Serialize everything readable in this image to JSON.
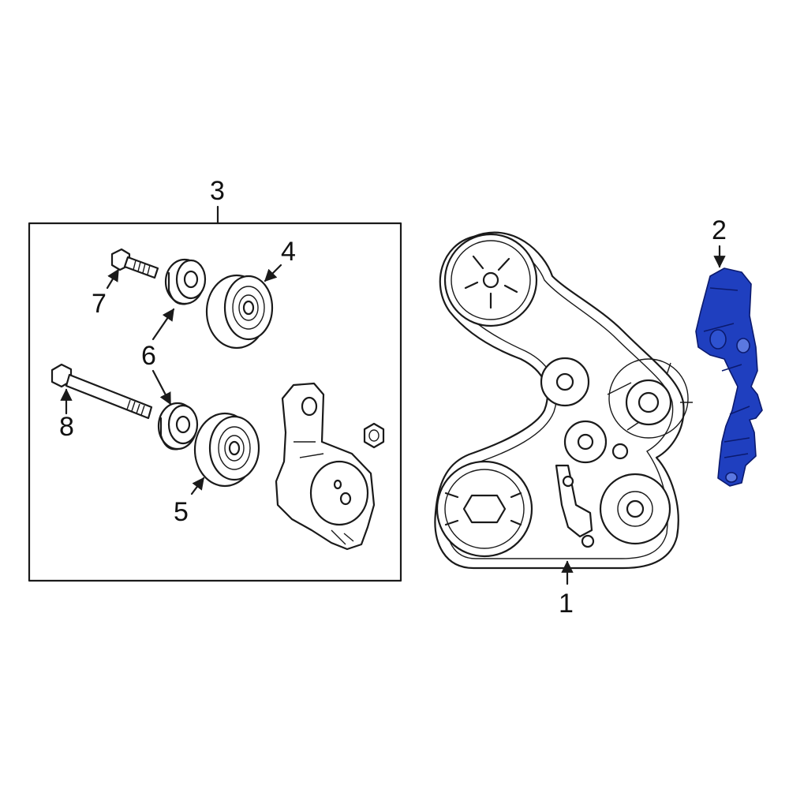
{
  "callouts": {
    "c1": "1",
    "c2": "2",
    "c3": "3",
    "c4": "4",
    "c5": "5",
    "c6": "6",
    "c7": "7",
    "c8": "8"
  },
  "colors": {
    "line": "#1a1a1a",
    "highlight": "#1f3fbf",
    "highlight_dark": "#0b1a6e",
    "background": "#ffffff"
  },
  "icons": {
    "arrow": "arrow-icon"
  }
}
